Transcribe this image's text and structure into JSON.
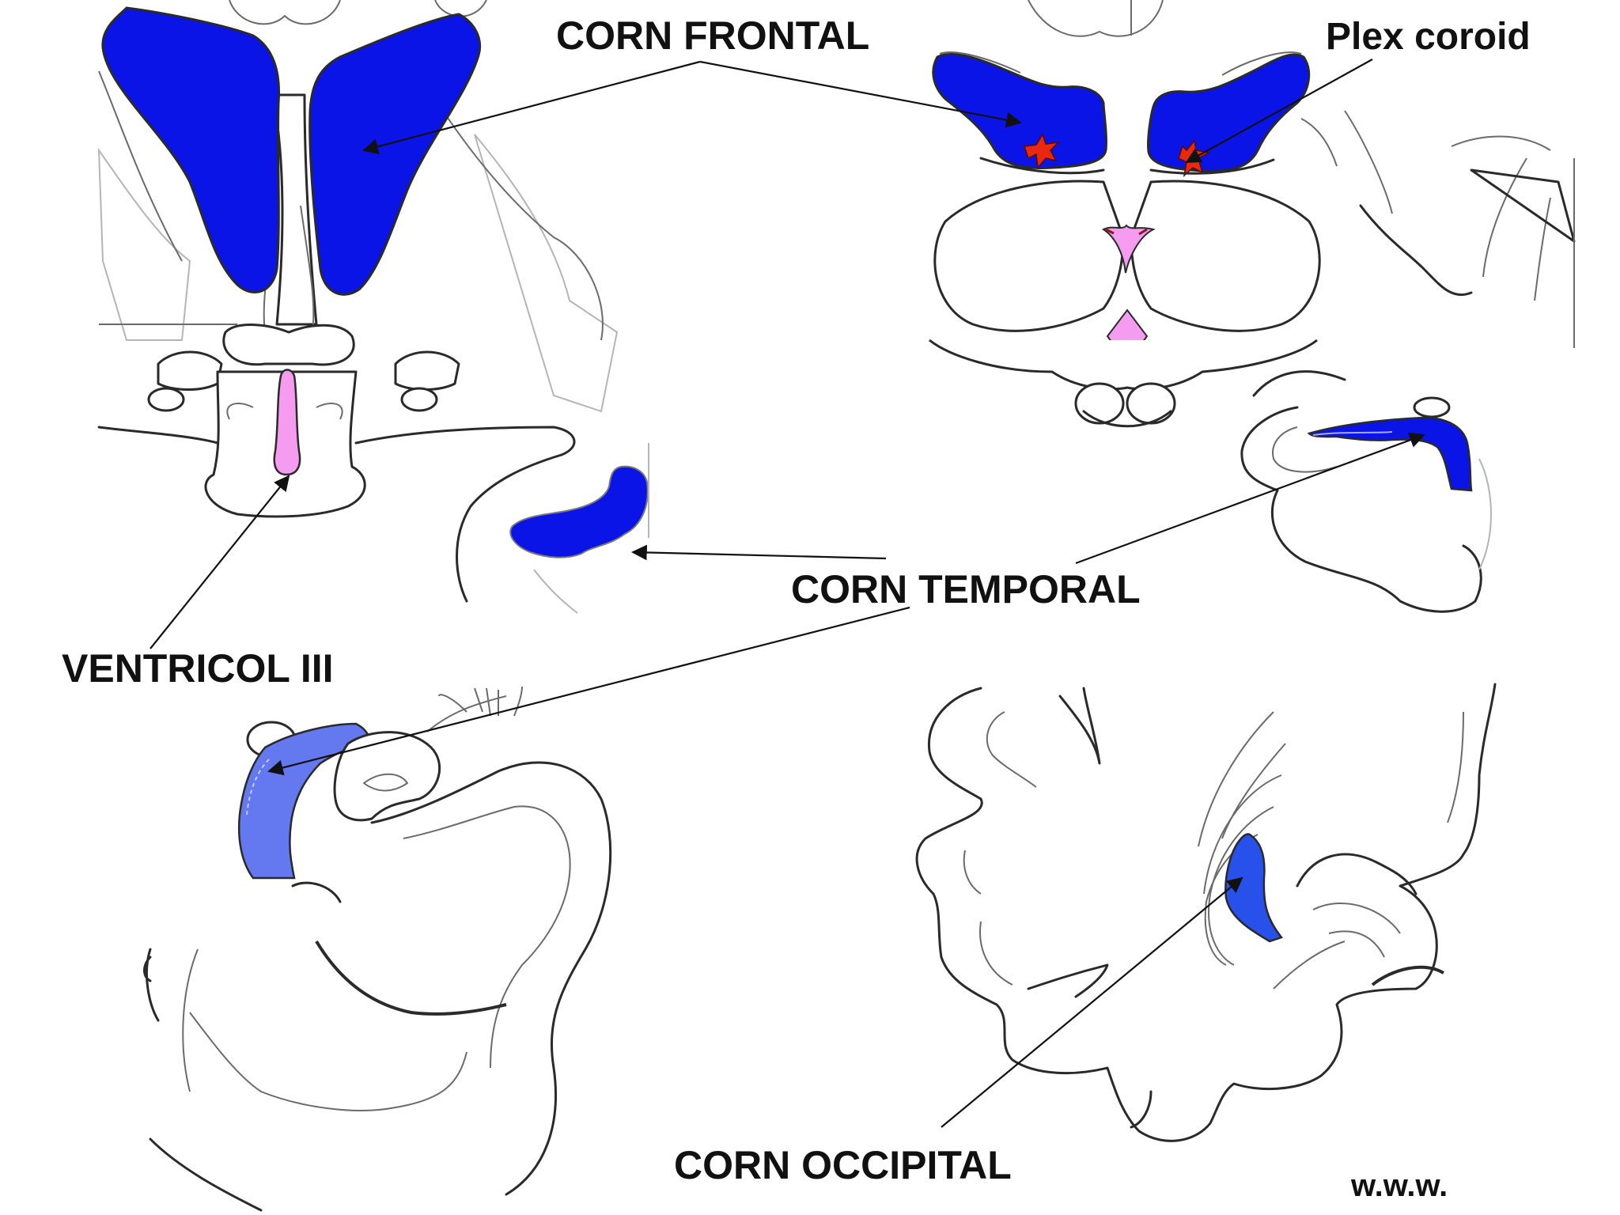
{
  "labels": {
    "frontal_horn": "CORN FRONTAL",
    "choroid_plexus": "Plex coroid",
    "third_ventricle": "VENTRICOL III",
    "temporal_horn": "CORN TEMPORAL",
    "occipital_horn": "CORN OCCIPITAL",
    "credit": "w.w.w."
  },
  "colors": {
    "ventricle_blue": "#0a14e6",
    "temporal_light_blue": "#6478f0",
    "occipital_blue": "#2850ea",
    "third_ventricle_pink": "#f59cf0",
    "plexus_red": "#e8280f",
    "outline": "#2a2a2a"
  }
}
